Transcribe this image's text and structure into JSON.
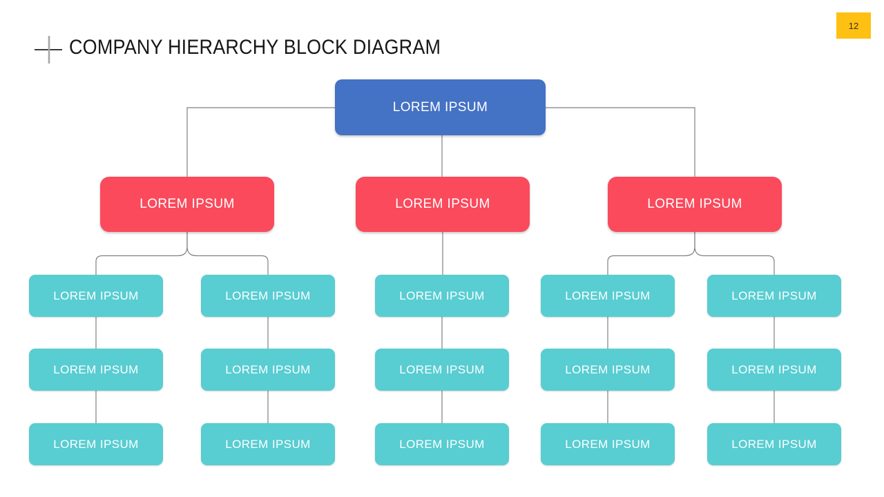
{
  "slide": {
    "title": "COMPANY HIERARCHY BLOCK DIAGRAM",
    "page_number": "12"
  },
  "icons": {
    "plus_icon": "plus-crosshair"
  },
  "colors": {
    "root_blue": "#4472C4",
    "level2_red": "#FA4A5C",
    "level3_teal": "#58CDD2",
    "badge_gold": "#FDC013",
    "connector_gray": "#808080",
    "title_text": "#161616",
    "node_text": "#FFFFFF"
  },
  "diagram": {
    "root": {
      "label": "LOREM IPSUM"
    },
    "level2": [
      {
        "label": "LOREM IPSUM"
      },
      {
        "label": "LOREM IPSUM"
      },
      {
        "label": "LOREM IPSUM"
      }
    ],
    "level3": [
      {
        "rows": [
          "LOREM IPSUM",
          "LOREM IPSUM",
          "LOREM IPSUM"
        ]
      },
      {
        "rows": [
          "LOREM IPSUM",
          "LOREM IPSUM",
          "LOREM IPSUM"
        ]
      },
      {
        "rows": [
          "LOREM IPSUM",
          "LOREM IPSUM",
          "LOREM IPSUM"
        ]
      },
      {
        "rows": [
          "LOREM IPSUM",
          "LOREM IPSUM",
          "LOREM IPSUM"
        ]
      },
      {
        "rows": [
          "LOREM IPSUM",
          "LOREM IPSUM",
          "LOREM IPSUM"
        ]
      }
    ]
  }
}
